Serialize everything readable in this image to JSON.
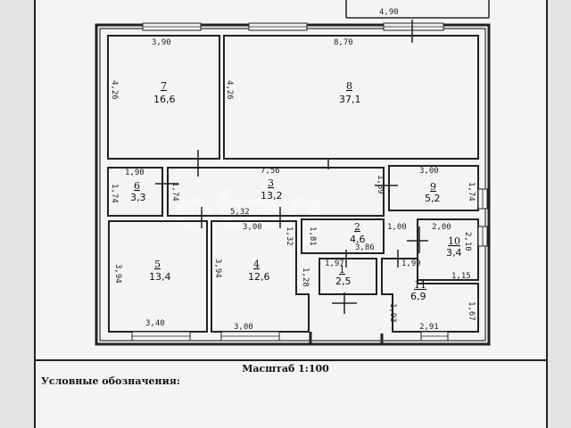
{
  "top_dimension": "4,90",
  "scale_label": "Масштаб 1:100",
  "legend_label": "Условные обозначения:",
  "watermark": "etag",
  "rooms": [
    {
      "id": "7",
      "number": "7",
      "area": "16,6"
    },
    {
      "id": "8",
      "number": "8",
      "area": "37,1"
    },
    {
      "id": "6",
      "number": "6",
      "area": "3,3"
    },
    {
      "id": "3",
      "number": "3",
      "area": "13,2"
    },
    {
      "id": "9",
      "number": "9",
      "area": "5,2"
    },
    {
      "id": "2",
      "number": "2",
      "area": "4,6"
    },
    {
      "id": "10",
      "number": "10",
      "area": "3,4"
    },
    {
      "id": "5",
      "number": "5",
      "area": "13,4"
    },
    {
      "id": "4",
      "number": "4",
      "area": "12,6"
    },
    {
      "id": "1",
      "number": "1",
      "area": "2,5"
    },
    {
      "id": "11",
      "number": "11",
      "area": "6,9"
    }
  ],
  "dimensions": {
    "r7_top": "3,90",
    "r7_side": "4,26",
    "r8_top": "8,70",
    "r8_side": "4,26",
    "r6_top": "1,90",
    "r6_side": "1,74",
    "corr_top": "7,56",
    "corr_side": "1,74",
    "r9_top": "3,00",
    "r9_side_l": "1,89",
    "r9_side_r": "1,74",
    "corr_mid": "5,32",
    "r5_top": "3,00",
    "r5_side": "3,94",
    "r5_bottom": "3,40",
    "r4_side_r": "1,32",
    "r4_side_l": "3,94",
    "r4_bottom": "3,00",
    "r4_side_r2": "1,28",
    "r2_side": "1,81",
    "r2_width": "3,86",
    "r10_top_l": "1,00",
    "r10_top": "2,00",
    "r10_side": "2,10",
    "r10_bottom": "1,15",
    "r1_top": "1,97",
    "r11_top": "1,99",
    "r11_side_l": "1,93",
    "r11_side_r": "1,67",
    "r11_bottom": "2,91"
  }
}
